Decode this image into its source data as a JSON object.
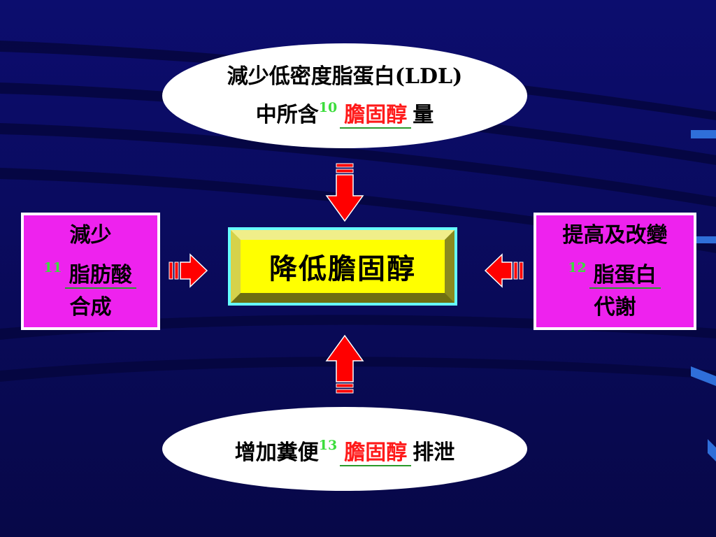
{
  "center": {
    "label": "降低膽固醇"
  },
  "top": {
    "line1": "減少低密度脂蛋白(LDL)",
    "line2_prefix": "中所含",
    "number": "10",
    "answer": "膽固醇",
    "line2_suffix": "量"
  },
  "left": {
    "line1": "減少",
    "number": "11",
    "answer": "脂肪酸",
    "line3": "合成"
  },
  "right": {
    "line1": "提高及改變",
    "number": "12",
    "answer": "脂蛋白",
    "line3": "代謝"
  },
  "bottom": {
    "prefix": "增加糞便",
    "number": "13",
    "answer": "膽固醇",
    "suffix": "排泄"
  },
  "colors": {
    "background": "#0b0c66",
    "ellipse_fill": "#ffffff",
    "box_fill": "#ee22ee",
    "center_fill": "#ffff00",
    "center_border": "#66ffff",
    "arrow_fill": "#ff0000",
    "answer_text": "#ff1a1a",
    "number_text": "#3cdd3c"
  }
}
